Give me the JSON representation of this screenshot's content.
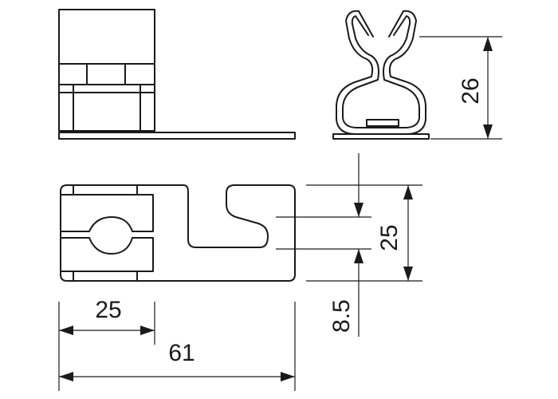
{
  "dimensions": {
    "side_height": "26",
    "slot_spacing": "25",
    "slot_offset": "8.5",
    "clip_width": "25",
    "overall_length": "61"
  }
}
